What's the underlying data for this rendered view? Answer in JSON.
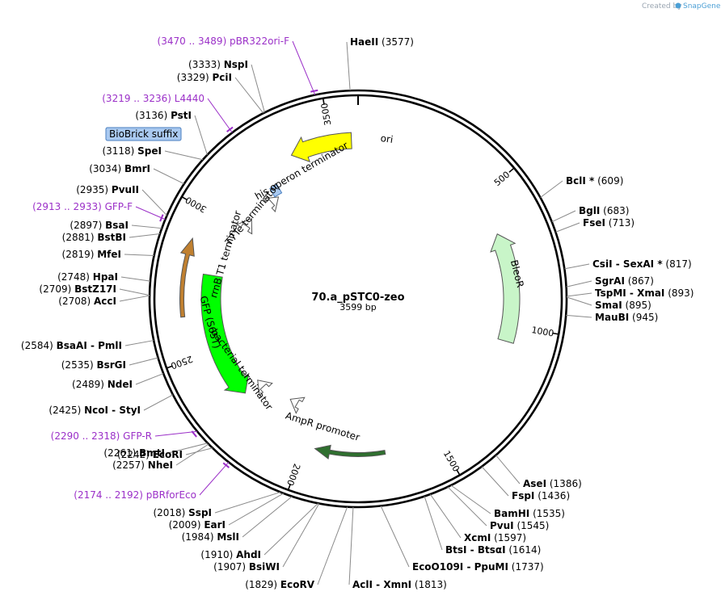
{
  "watermark": {
    "prefix": "Created by",
    "brand": "SnapGene"
  },
  "plasmid": {
    "name": "70.a_pSTC0-zeo",
    "length_label": "3599 bp",
    "length": 3599
  },
  "ticks": [
    {
      "pos": 500,
      "label": "500"
    },
    {
      "pos": 1000,
      "label": "1000"
    },
    {
      "pos": 1500,
      "label": "1500"
    },
    {
      "pos": 2000,
      "label": "2000"
    },
    {
      "pos": 2500,
      "label": "2500"
    },
    {
      "pos": 3000,
      "label": "3000"
    },
    {
      "pos": 3500,
      "label": "3500"
    }
  ],
  "sites": [
    {
      "id": "haeii",
      "name": "HaeII",
      "num": "(3577)",
      "pos": 3577
    },
    {
      "id": "bcli",
      "name": "BclI *",
      "num": "(609)",
      "pos": 609
    },
    {
      "id": "bgli",
      "name": "BglI",
      "num": "(683)",
      "pos": 683
    },
    {
      "id": "fsei",
      "name": "FseI",
      "num": "(713)",
      "pos": 713
    },
    {
      "id": "csii",
      "name": "CsiI  - SexAI *",
      "num": "(817)",
      "pos": 817
    },
    {
      "id": "sgrai",
      "name": "SgrAI",
      "num": "(867)",
      "pos": 867
    },
    {
      "id": "tspmi",
      "name": "TspMI  - XmaI",
      "num": "(893)",
      "pos": 893
    },
    {
      "id": "smai",
      "name": "SmaI",
      "num": "(895)",
      "pos": 895
    },
    {
      "id": "maubi",
      "name": "MauBI",
      "num": "(945)",
      "pos": 945
    },
    {
      "id": "asei",
      "name": "AseI",
      "num": "(1386)",
      "pos": 1386
    },
    {
      "id": "fspi",
      "name": "FspI",
      "num": "(1436)",
      "pos": 1436
    },
    {
      "id": "bamhi",
      "name": "BamHI",
      "num": "(1535)",
      "pos": 1535
    },
    {
      "id": "pvui",
      "name": "PvuI",
      "num": "(1545)",
      "pos": 1545
    },
    {
      "id": "xcmi",
      "name": "XcmI",
      "num": "(1597)",
      "pos": 1597
    },
    {
      "id": "btsi",
      "name": "BtsI  - BtsαI",
      "num": "(1614)",
      "pos": 1614
    },
    {
      "id": "ecoo109i",
      "name": "EcoO109I  - PpuMI",
      "num": "(1737)",
      "pos": 1737
    },
    {
      "id": "acli",
      "name": "AclI  - XmnI",
      "num": "(1813)",
      "pos": 1813
    },
    {
      "id": "ecorv",
      "name": "EcoRV",
      "num": "(1829)",
      "pos": 1829
    },
    {
      "id": "bsiwi",
      "name": "BsiWI",
      "num": "(1907)",
      "pos": 1907
    },
    {
      "id": "ahdi",
      "name": "AhdI",
      "num": "(1910)",
      "pos": 1910
    },
    {
      "id": "msli",
      "name": "MslI",
      "num": "(1984)",
      "pos": 1984
    },
    {
      "id": "eari",
      "name": "EarI",
      "num": "(2009)",
      "pos": 2009
    },
    {
      "id": "sspi",
      "name": "SspI",
      "num": "(2018)",
      "pos": 2018
    },
    {
      "id": "ecori",
      "name": "EcoRI",
      "num": "(2242)",
      "pos": 2242
    },
    {
      "id": "nhei",
      "name": "NheI",
      "num": "(2257)",
      "pos": 2257
    },
    {
      "id": "bmti",
      "name": "BmtI",
      "num": "(2261)",
      "pos": 2261
    },
    {
      "id": "ncoi",
      "name": "NcoI  - StyI",
      "num": "(2425)",
      "pos": 2425
    },
    {
      "id": "ndei",
      "name": "NdeI",
      "num": "(2489)",
      "pos": 2489
    },
    {
      "id": "bsrgi",
      "name": "BsrGI",
      "num": "(2535)",
      "pos": 2535
    },
    {
      "id": "bsaai",
      "name": "BsaAI  - PmlI",
      "num": "(2584)",
      "pos": 2584
    },
    {
      "id": "acci",
      "name": "AccI",
      "num": "(2708)",
      "pos": 2708
    },
    {
      "id": "bstz17i",
      "name": "BstZ17I",
      "num": "(2709)",
      "pos": 2709
    },
    {
      "id": "hpai",
      "name": "HpaI",
      "num": "(2748)",
      "pos": 2748
    },
    {
      "id": "mfei",
      "name": "MfeI",
      "num": "(2819)",
      "pos": 2819
    },
    {
      "id": "bstbi",
      "name": "BstBI",
      "num": "(2881)",
      "pos": 2881
    },
    {
      "id": "bsai",
      "name": "BsaI",
      "num": "(2897)",
      "pos": 2897
    },
    {
      "id": "pvuii",
      "name": "PvuII",
      "num": "(2935)",
      "pos": 2935
    },
    {
      "id": "bmri",
      "name": "BmrI",
      "num": "(3034)",
      "pos": 3034
    },
    {
      "id": "spei",
      "name": "SpeI",
      "num": "(3118)",
      "pos": 3118
    },
    {
      "id": "psti",
      "name": "PstI",
      "num": "(3136)",
      "pos": 3136
    },
    {
      "id": "pcii",
      "name": "PciI",
      "num": "(3329)",
      "pos": 3329
    },
    {
      "id": "nspi",
      "name": "NspI",
      "num": "(3333)",
      "pos": 3333
    }
  ],
  "primers": [
    {
      "id": "pbr322ori",
      "range": "(3470 .. 3489)",
      "name": "pBR322ori-F",
      "pos": 3480
    },
    {
      "id": "l4440",
      "range": "(3219 .. 3236)",
      "name": "L4440",
      "pos": 3228
    },
    {
      "id": "gfpf",
      "range": "(2913 .. 2933)",
      "name": "GFP-F",
      "pos": 2923
    },
    {
      "id": "gfpr",
      "range": "(2290 .. 2318)",
      "name": "GFP-R",
      "pos": 2304
    },
    {
      "id": "pbrforeco",
      "range": "(2174 .. 2192)",
      "name": "pBRforEco",
      "pos": 2183
    }
  ],
  "biobrick": {
    "label": "BioBrick suffix",
    "color": "#a9c9f0",
    "border": "#4a7fc0"
  },
  "features": {
    "ori": {
      "label": "ori",
      "color": "#ffff00"
    },
    "bleor": {
      "label": "BleoR",
      "color": "#c8f5c8"
    },
    "ampr": {
      "label": "",
      "color": "#c8f5c8"
    },
    "gfp": {
      "label": "GFP (S65T)",
      "color": "#00ff00"
    },
    "orange": {
      "label": "",
      "color": "#ffd89a"
    },
    "his_term": {
      "label": "his operon terminator"
    },
    "t7te_term": {
      "label": "T7Te terminator"
    },
    "rrnb_term": {
      "label": "rrnB T1 terminator"
    },
    "bact_term": {
      "label": "bacterial terminator"
    },
    "ampr_prom": {
      "label": "AmpR promoter"
    }
  },
  "colors": {
    "primer": "#9b30c8",
    "backbone": "#000000",
    "leader": "#8a8a8a"
  }
}
